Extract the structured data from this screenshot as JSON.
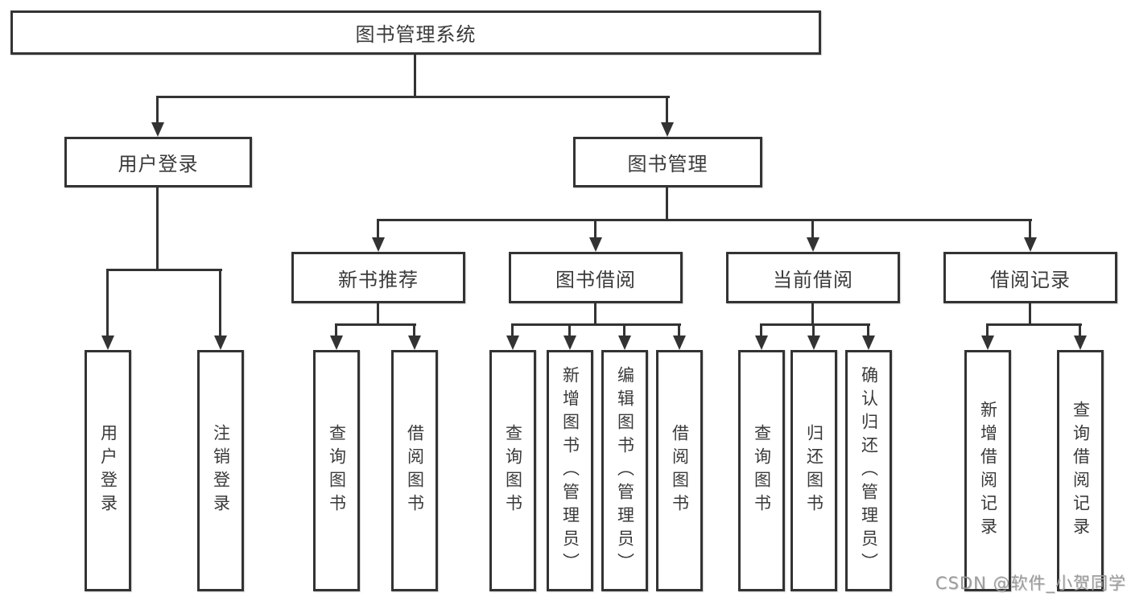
{
  "tree": {
    "label": "图书管理系统",
    "children": [
      {
        "label": "用户登录",
        "children": [
          {
            "label": "用户登录"
          },
          {
            "label": "注销登录"
          }
        ]
      },
      {
        "label": "图书管理",
        "children": [
          {
            "label": "新书推荐",
            "children": [
              {
                "label": "查询图书"
              },
              {
                "label": "借阅图书"
              }
            ]
          },
          {
            "label": "图书借阅",
            "children": [
              {
                "label": "查询图书"
              },
              {
                "label": "新增图书（管理员）"
              },
              {
                "label": "编辑图书（管理员）"
              },
              {
                "label": "借阅图书"
              }
            ]
          },
          {
            "label": "当前借阅",
            "children": [
              {
                "label": "查询图书"
              },
              {
                "label": "归还图书"
              },
              {
                "label": "确认归还（管理员）"
              }
            ]
          },
          {
            "label": "借阅记录",
            "children": [
              {
                "label": "新增借阅记录"
              },
              {
                "label": "查询借阅记录"
              }
            ]
          }
        ]
      }
    ]
  },
  "watermark": {
    "text": "CSDN @软件_小贺同学",
    "color": "#9c9c9c"
  },
  "colors": {
    "line": "#333333",
    "text": "#3a3a3a",
    "background": "#ffffff"
  }
}
